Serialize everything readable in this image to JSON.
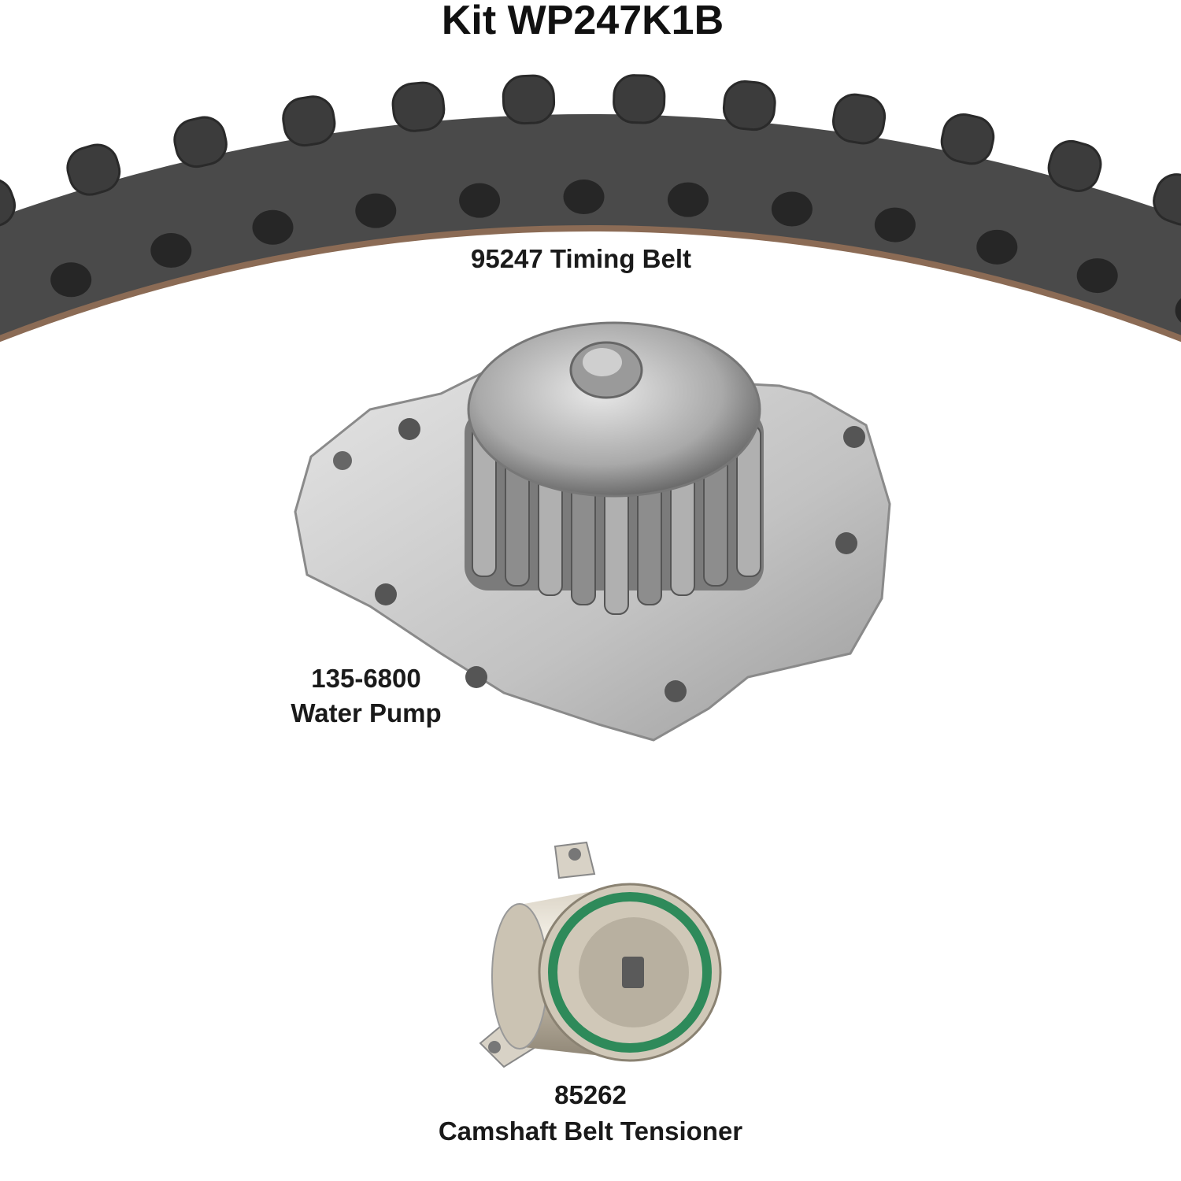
{
  "title": "Kit WP247K1B",
  "parts": {
    "belt": {
      "label": "95247 Timing Belt"
    },
    "pump": {
      "number": "135-6800",
      "name": "Water Pump"
    },
    "tensioner": {
      "number": "85262",
      "name": "Camshaft Belt Tensioner"
    }
  },
  "colors": {
    "belt": "#4a4a4a",
    "belt_edge": "#8b6b55",
    "metal": "#c4c4c4",
    "seal": "#2e8a5a"
  }
}
